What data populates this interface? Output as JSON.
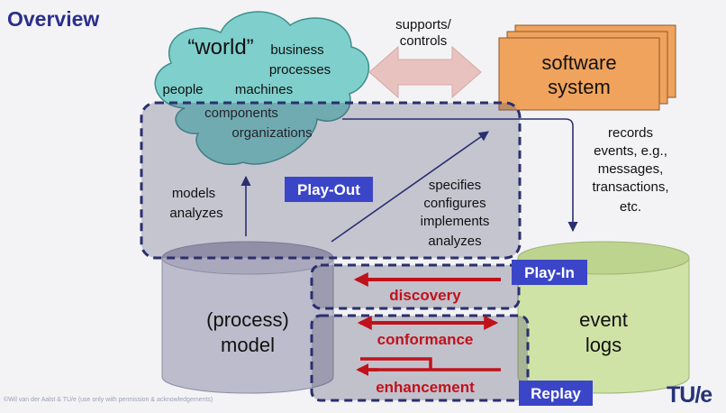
{
  "slide": {
    "title": "Overview",
    "footer": "©Wil van der Aalst & TU/e (use only with permission & acknowledgements)",
    "logo": "TU/e"
  },
  "world": {
    "title": "“world”",
    "words": [
      "business",
      "processes",
      "people",
      "machines",
      "components",
      "organizations"
    ]
  },
  "supports": {
    "lines": [
      "supports/",
      "controls"
    ]
  },
  "software": {
    "lines": [
      "software",
      "system"
    ]
  },
  "records": {
    "lines": [
      "records",
      "events, e.g.,",
      "messages,",
      "transactions,",
      "etc."
    ]
  },
  "models": {
    "lines": [
      "models",
      "analyzes"
    ]
  },
  "specifies": {
    "lines": [
      "specifies",
      "configures",
      "implements",
      "analyzes"
    ]
  },
  "process_model": {
    "lines": [
      "(process)",
      "model"
    ]
  },
  "event_logs": {
    "lines": [
      "event",
      "logs"
    ]
  },
  "labels": {
    "play_out": "Play-Out",
    "play_in": "Play-In",
    "replay": "Replay",
    "discovery": "discovery",
    "conformance": "conformance",
    "enhancement": "enhancement"
  },
  "colors": {
    "title": "#2b2e8c",
    "cloud": "#7fcfcc",
    "software": "#f0a35c",
    "model_cylinder": "#bdbccc",
    "log_cylinder": "#cfe3a6",
    "dashed_border": "#2a2f6e",
    "badge": "#3b45c8",
    "red_arrow": "#c0121b",
    "supports_arrow": "#e8c2bf"
  }
}
